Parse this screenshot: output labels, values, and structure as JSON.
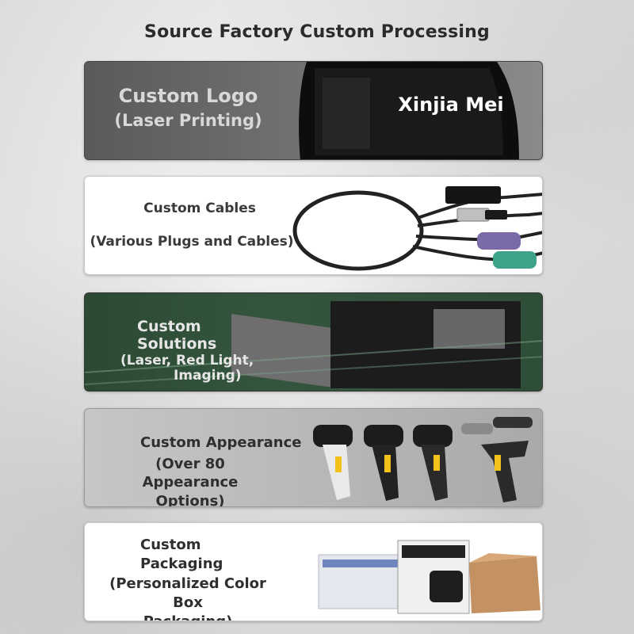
{
  "page_title": "Source Factory Custom Processing",
  "cards": {
    "logo": {
      "title": "Custom Logo",
      "subtitle": "(Laser Printing)",
      "brand_text": "Xinjia Mei"
    },
    "cables": {
      "title": "Custom Cables",
      "subtitle": "(Various Plugs and Cables)"
    },
    "solutions": {
      "title_line1": "Custom",
      "title_line2": "Solutions",
      "subtitle_line1": "(Laser, Red Light,",
      "subtitle_line2": "Imaging)"
    },
    "appearance": {
      "title": "Custom Appearance",
      "subtitle_line1": "(Over 80 Appearance",
      "subtitle_line2": "Options)"
    },
    "packaging": {
      "title_line1": "Custom",
      "title_line2": "Packaging",
      "subtitle_line1": "(Personalized Color Box",
      "subtitle_line2": "Packaging)"
    }
  },
  "colors": {
    "plug_purple": "#7a6aa8",
    "plug_green": "#3fa38a",
    "scanner_yellow": "#f2c21a",
    "circuit_green": "#2f5e3c",
    "box_brown": "#c49262"
  }
}
